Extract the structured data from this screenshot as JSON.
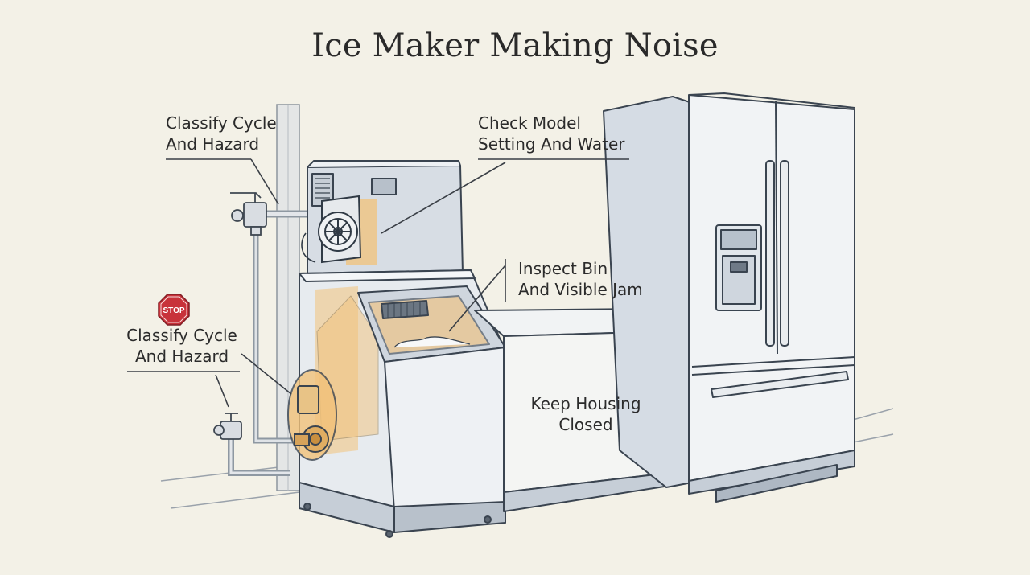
{
  "title": "Ice Maker Making Noise",
  "callouts": {
    "classify_top": {
      "line1": "Classify Cycle",
      "line2": "And Hazard"
    },
    "check_model": {
      "line1": "Check Model",
      "line2": "Setting And Water"
    },
    "inspect_bin": {
      "line1": "Inspect Bin",
      "line2": "And Visible Jam"
    },
    "classify_stop": {
      "line1": "Classify Cycle",
      "line2": "And Hazard"
    },
    "keep_housing": {
      "line1": "Keep Housing",
      "line2": "Closed"
    }
  },
  "stop_sign": {
    "text": "STOP",
    "color": "#c8323a"
  },
  "colors": {
    "highlight": "#f2c27a",
    "line": "#4a5563",
    "steel": "#cfd6de",
    "background": "#f3f1e7"
  }
}
